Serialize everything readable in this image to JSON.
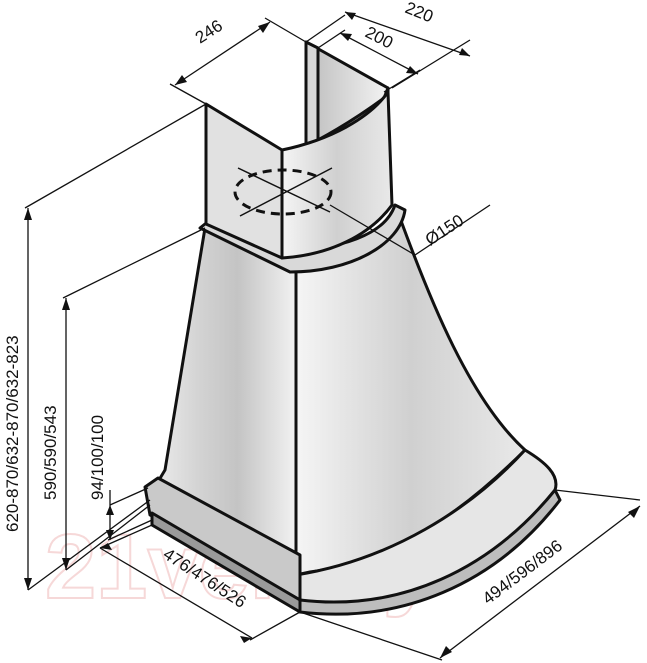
{
  "dimensions": {
    "chimney_width": "246",
    "chimney_depth_inner": "200",
    "chimney_depth_outer": "220",
    "outlet_diameter": "Ø150",
    "total_height": "620-870/632-870/632-823",
    "hood_height": "590/590/543",
    "base_height": "94/100/100",
    "depth": "476/476/526",
    "width": "494/596/896"
  },
  "watermark": "21vek.by",
  "colors": {
    "line": "#111111",
    "watermark": "#f4cccc"
  }
}
